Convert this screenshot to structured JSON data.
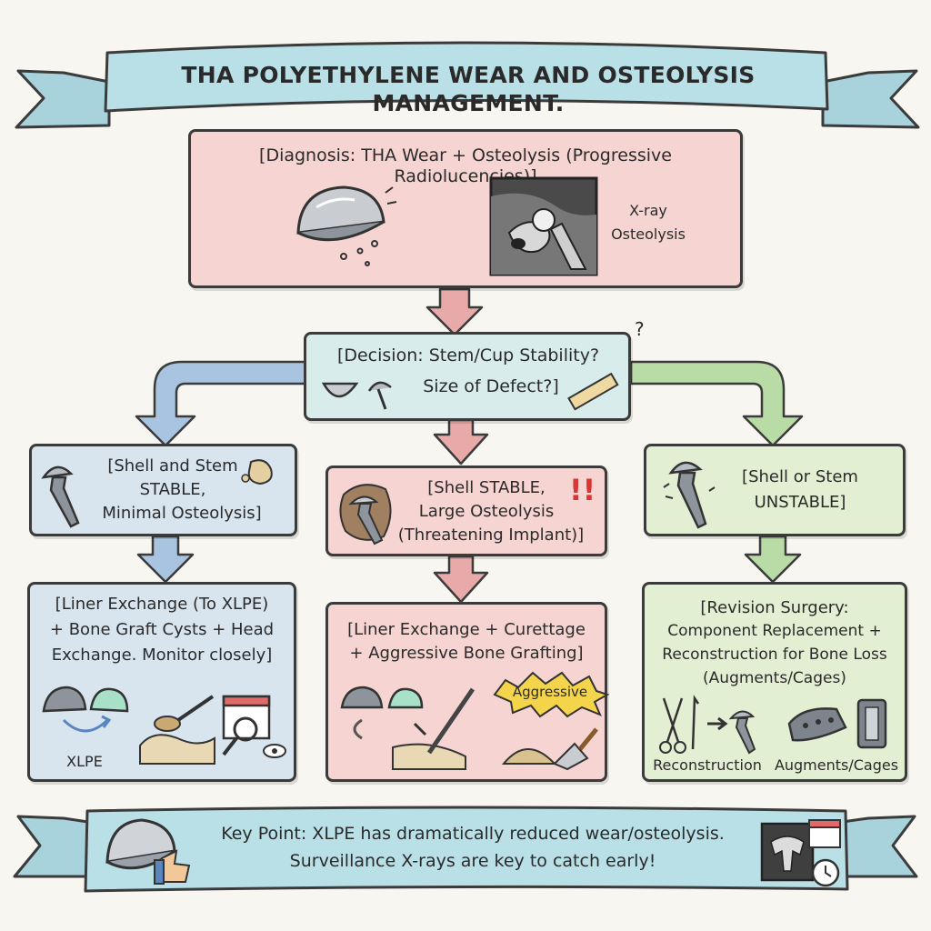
{
  "title": "THA POLYETHYLENE WEAR AND OSTEOLYSIS MANAGEMENT.",
  "diagnosis": {
    "text": "[Diagnosis: THA Wear + Osteolysis (Progressive Radiolucencies)]",
    "xray_label_1": "X-ray",
    "xray_label_2": "Osteolysis"
  },
  "decision": {
    "line1": "[Decision: Stem/Cup Stability?",
    "line2": "Size of Defect?]"
  },
  "branches": {
    "left": {
      "condition": [
        "[Shell and Stem",
        "STABLE,",
        "Minimal Osteolysis]"
      ],
      "action": [
        "[Liner Exchange (To XLPE)",
        "+ Bone Graft Cysts + Head",
        "Exchange. Monitor closely]"
      ],
      "xlpe_label": "XLPE"
    },
    "middle": {
      "condition": [
        "[Shell STABLE,",
        "Large Osteolysis",
        "(Threatening Implant)]"
      ],
      "action": [
        "[Liner Exchange + Curettage",
        "+ Aggressive Bone Grafting]"
      ],
      "burst_label": "Aggressive"
    },
    "right": {
      "condition": [
        "[Shell or Stem",
        "UNSTABLE]"
      ],
      "action": [
        "[Revision Surgery:",
        "Component Replacement +",
        "Reconstruction for Bone Loss",
        "(Augments/Cages)"
      ],
      "label_reconstruction": "Reconstruction",
      "label_augments": "Augments/Cages"
    }
  },
  "key_point": {
    "line1": "Key Point: XLPE has dramatically reduced wear/osteolysis.",
    "line2": "Surveillance X-rays are key to catch early!"
  },
  "colors": {
    "pink": "#f5d4d2",
    "teal": "#d9ecec",
    "blue": "#d8e5ef",
    "green": "#e2efd3",
    "arrow_blue": "#a9c4e0",
    "arrow_pink": "#e8aaa8",
    "arrow_green": "#b9dca6"
  }
}
